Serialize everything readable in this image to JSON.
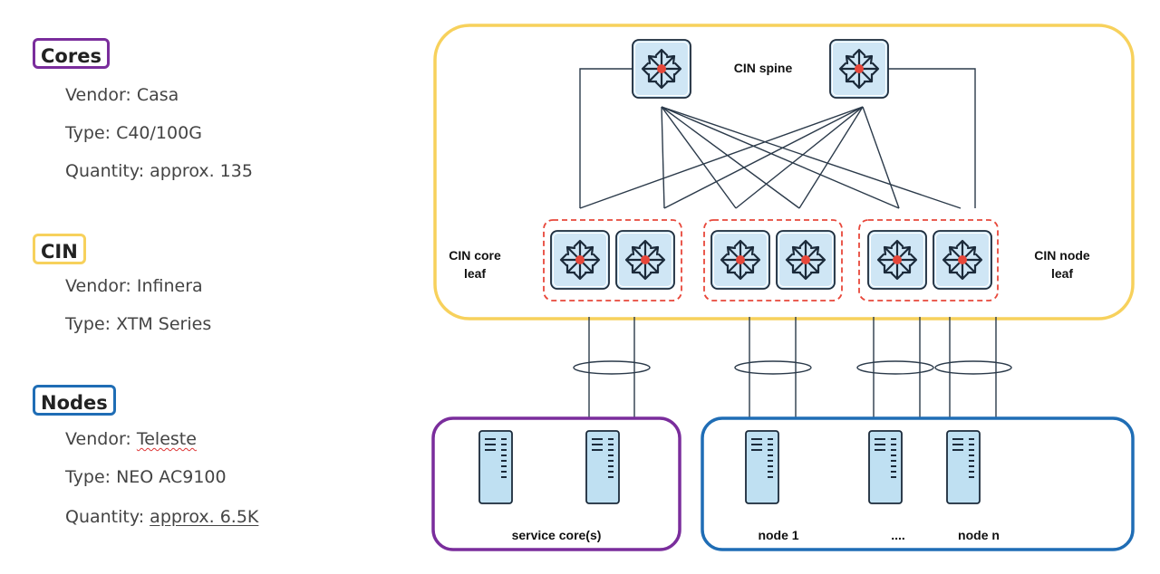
{
  "cores": {
    "title": "Cores",
    "vendor": "Vendor: Casa",
    "type": "Type: C40/100G",
    "quantity": "Quantity: approx. 135"
  },
  "cin": {
    "title": "CIN",
    "vendor": "Vendor: Infinera",
    "type": "Type: XTM Series"
  },
  "nodes": {
    "title": "Nodes",
    "vendor_prefix": "Vendor: ",
    "vendor_name": "Teleste",
    "type": "Type: NEO AC9100",
    "quantity_prefix": "Quantity: ",
    "quantity_value": "approx. 6.5K"
  },
  "diagram": {
    "spine_label": "CIN spine",
    "core_leaf_label_1": "CIN core",
    "core_leaf_label_2": "leaf",
    "node_leaf_label_1": "CIN node",
    "node_leaf_label_2": "leaf",
    "service_core_label": "service core(s)",
    "node1_label": "node 1",
    "ellipsis_label": "....",
    "noden_label": "node n"
  },
  "colors": {
    "cores": "#7a2d9c",
    "cin": "#f7d15c",
    "nodes": "#1f6db5",
    "router_fill": "#cfe6f5",
    "router_center": "#e8473a",
    "leaf_group": "#e8473a",
    "server_fill": "#bfe0f2"
  },
  "icons": [
    "router-icon",
    "server-icon"
  ]
}
